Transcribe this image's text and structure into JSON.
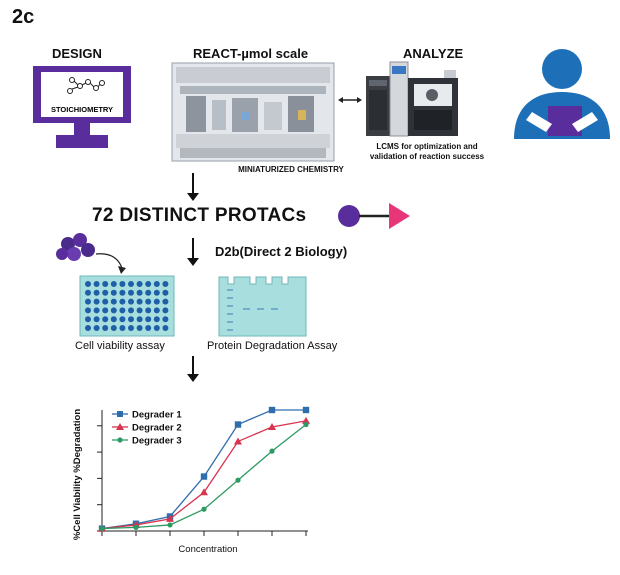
{
  "figure_label": "2c",
  "design": {
    "title": "DESIGN",
    "screen_text": "STOICHIOMETRY"
  },
  "react": {
    "title": "REACT-µmol scale",
    "caption": "MINIATURIZED CHEMISTRY"
  },
  "analyze": {
    "title": "ANALYZE",
    "caption_line1": "LCMS for optimization and",
    "caption_line2": "validation of reaction success"
  },
  "protacs": {
    "title": "72 DISTINCT PROTACs"
  },
  "d2b": {
    "label": "D2b(Direct 2 Biology)"
  },
  "assays": {
    "cell_viability": "Cell viability assay",
    "protein_degradation": "Protein Degradation Assay"
  },
  "colors": {
    "purple": "#5a2d9c",
    "blue": "#1d6fb8",
    "pink": "#e8357a",
    "teal_plate": "#a8dede",
    "dot_blue": "#1f5fa8"
  },
  "chart_data": {
    "type": "line",
    "xlabel": "Concentration",
    "ylabel": "%Cell Viability  %Degradation",
    "x": [
      1,
      2,
      3,
      4,
      5,
      6,
      7
    ],
    "series": [
      {
        "name": "Degrader 1",
        "color": "#2f6ead",
        "marker": "square",
        "values": [
          2,
          6,
          12,
          45,
          88,
          100,
          100
        ]
      },
      {
        "name": "Degrader 2",
        "color": "#d9344f",
        "marker": "triangle",
        "values": [
          2,
          5,
          10,
          32,
          74,
          86,
          91
        ]
      },
      {
        "name": "Degrader 3",
        "color": "#2e9a63",
        "marker": "circle",
        "values": [
          2,
          3,
          5,
          18,
          42,
          66,
          88
        ]
      }
    ],
    "ylim": [
      0,
      100
    ],
    "grid": false,
    "legend": "top-left"
  }
}
